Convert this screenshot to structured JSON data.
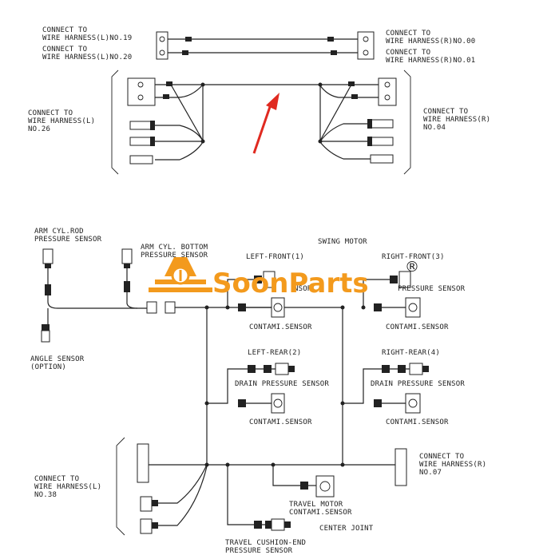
{
  "labels": {
    "top_l19": [
      "CONNECT TO",
      "WIRE HARNESS(L)NO.19"
    ],
    "top_l20": [
      "CONNECT TO",
      "WIRE HARNESS(L)NO.20"
    ],
    "top_r00": [
      "CONNECT TO",
      "WIRE HARNESS(R)NO.00"
    ],
    "top_r01": [
      "CONNECT TO",
      "WIRE HARNESS(R)NO.01"
    ],
    "top_l26": [
      "CONNECT TO",
      "WIRE HARNESS(L)",
      "NO.26"
    ],
    "top_r04": [
      "CONNECT TO",
      "WIRE HARNESS(R)",
      "NO.04"
    ],
    "arm_rod": [
      "ARM CYL.ROD",
      "PRESSURE SENSOR"
    ],
    "arm_bottom": [
      "ARM CYL. BOTTOM",
      "PRESSURE SENSOR"
    ],
    "angle": [
      "ANGLE SENSOR",
      "(OPTION)"
    ],
    "swing_motor": "SWING MOTOR",
    "left_front": "LEFT-FRONT(1)",
    "right_front": "RIGHT-FRONT(3)",
    "left_rear": "LEFT-REAR(2)",
    "right_rear": "RIGHT-REAR(4)",
    "pressure_sensor_lf": "NSOR",
    "pressure_sensor_rf": "PRESSURE SENSOR",
    "contami_lf": "CONTAMI.SENSOR",
    "contami_rf": "CONTAMI.SENSOR",
    "drain_lr": "DRAIN PRESSURE SENSOR",
    "drain_rr": "DRAIN PRESSURE SENSOR",
    "contami_lr": "CONTAMI.SENSOR",
    "contami_rr": "CONTAMI.SENSOR",
    "bot_l38": [
      "CONNECT TO",
      "WIRE HARNESS(L)",
      "NO.38"
    ],
    "bot_r07": [
      "CONNECT TO",
      "WIRE HARNESS(R)",
      "NO.07"
    ],
    "travel_motor": [
      "TRAVEL MOTOR",
      "CONTAMI.SENSOR"
    ],
    "center_joint": "CENTER JOINT",
    "travel_cushion": [
      "TRAVEL CUSHION-END",
      "PRESSURE SENSOR"
    ]
  },
  "watermark": {
    "brand": "SoonParts",
    "registered_mark": "®",
    "color": "#f39a1d"
  }
}
